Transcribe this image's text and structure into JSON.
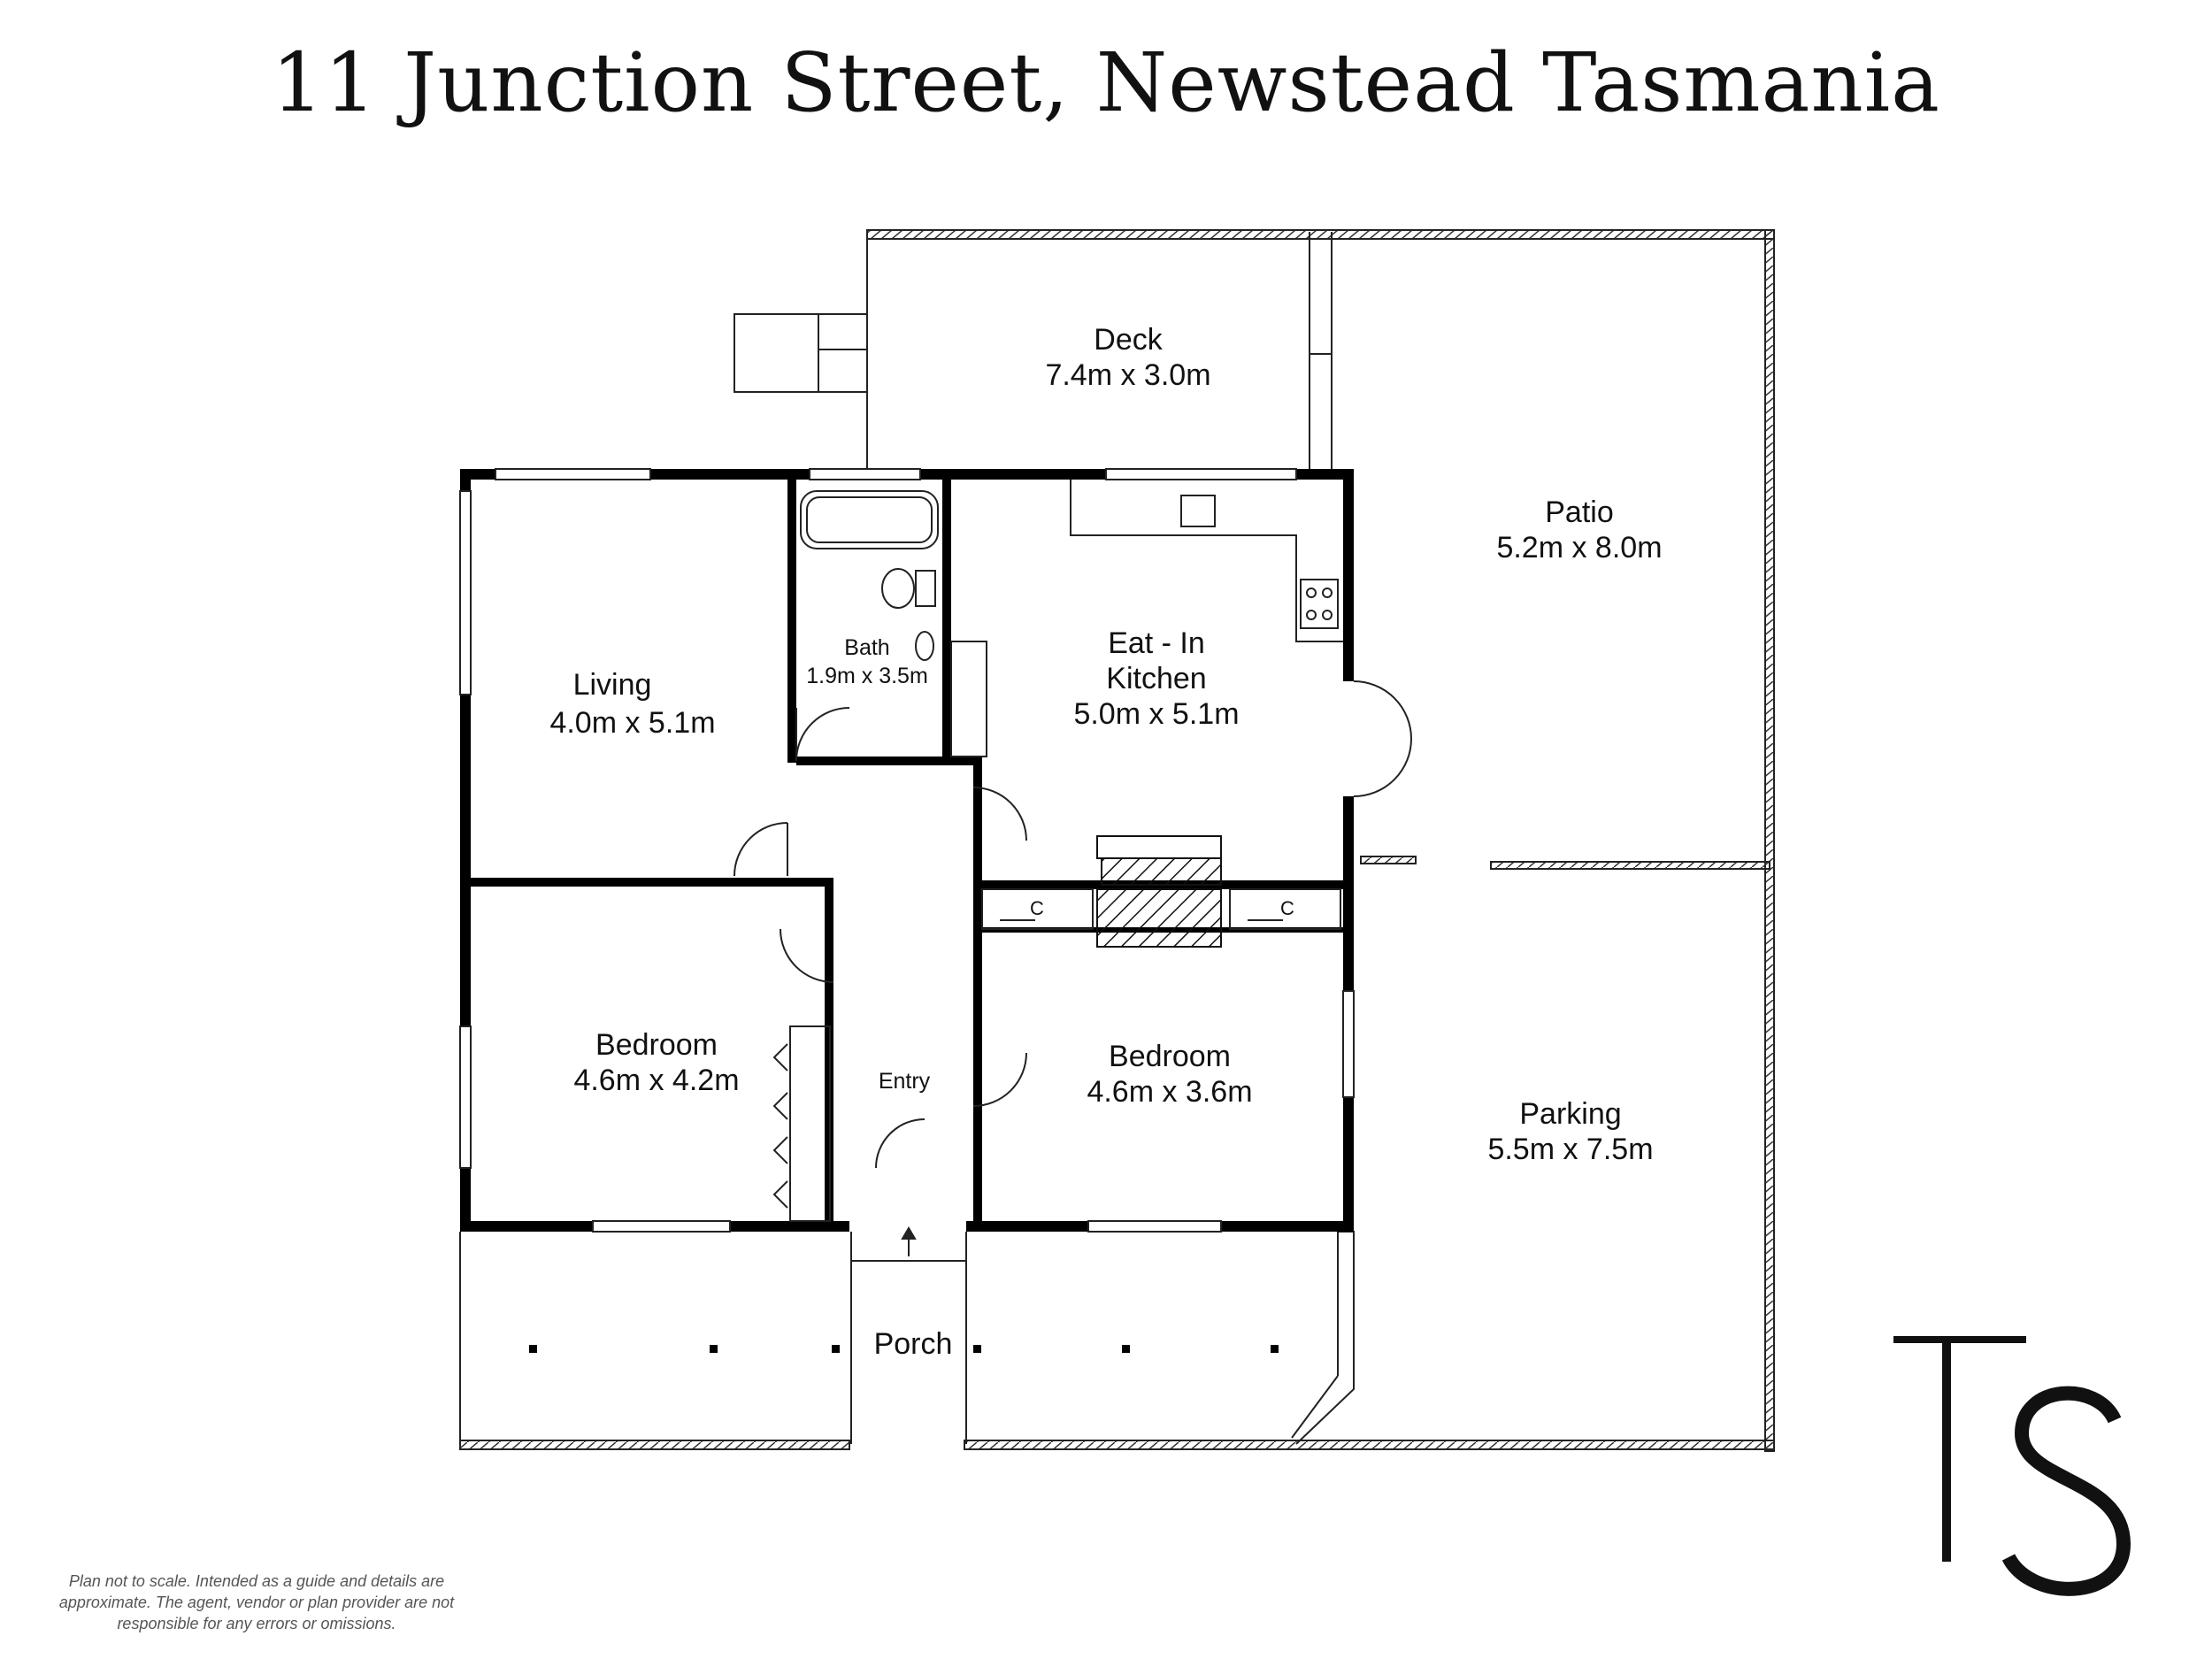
{
  "title": "11 Junction Street, Newstead Tasmania",
  "rooms": {
    "deck": {
      "name": "Deck",
      "size": "7.4m x 3.0m"
    },
    "patio": {
      "name": "Patio",
      "size": "5.2m x 8.0m"
    },
    "living": {
      "name": "Living",
      "size": "4.0m x 5.1m"
    },
    "bath": {
      "name": "Bath",
      "size": "1.9m x 3.5m"
    },
    "kitchen": {
      "name1": "Eat - In",
      "name2": "Kitchen",
      "size": "5.0m x 5.1m"
    },
    "bedroom1": {
      "name": "Bedroom",
      "size": "4.6m x 4.2m"
    },
    "bedroom2": {
      "name": "Bedroom",
      "size": "4.6m x 3.6m"
    },
    "entry": {
      "name": "Entry"
    },
    "parking": {
      "name": "Parking",
      "size": "5.5m x 7.5m"
    },
    "porch": {
      "name": "Porch"
    },
    "cupboard1": {
      "name": "C"
    },
    "cupboard2": {
      "name": "C"
    }
  },
  "disclaimer": "Plan not to scale. Intended as a guide and details are approximate. The agent, vendor or plan provider are not responsible for any errors or omissions.",
  "logo": {
    "letters": "TS"
  },
  "colors": {
    "wall": "#000000",
    "line": "#222222",
    "text": "#111111"
  }
}
